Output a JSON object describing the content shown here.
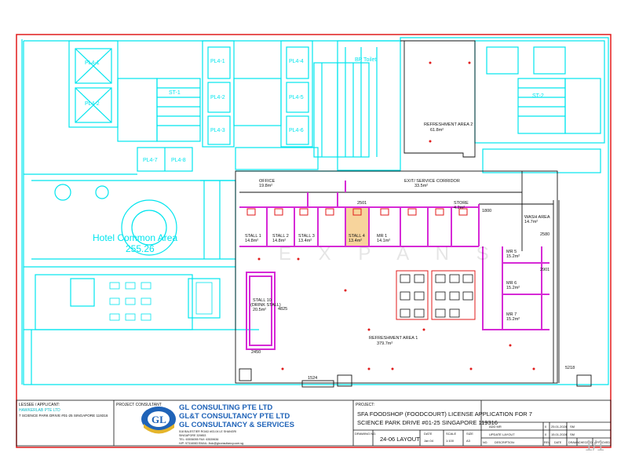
{
  "colors": {
    "cyan": "#00e5ee",
    "magenta": "#d62ad6",
    "red": "#e11b1b",
    "black": "#111111",
    "highlight": "#f7d49c",
    "logo_blue": "#1f63b8",
    "logo_yellow": "#e5b52b"
  },
  "plan_labels": {
    "lift_1": "PL4-1",
    "lift_2": "PL4-2",
    "lift_3": "PL4-3",
    "lift_4": "PL4-4",
    "lift_5": "PL4-5",
    "lift_6": "PL4-6",
    "lift_7": "PL4-7",
    "lift_8": "PL4-8",
    "lift_9": "PL4-1",
    "lift_10": "PL4-2",
    "bp_toilet": "BP Toilet",
    "refreshment_2": "REFRESHMENT AREA 2",
    "refreshment_2_area": "61.8m²",
    "st2": "ST-2",
    "st1": "ST-1",
    "office": "OFFICE",
    "office_area": "19.8m²",
    "exit_corridor": "EXIT/ SERVICE CORRIDOR",
    "exit_corridor_area": "33.5m²",
    "store": "STORE",
    "store_area": "4.2m²",
    "wash_area": "WASH AREA",
    "wash_area_area": "14.7m²",
    "stall_1": "STALL 1",
    "stall_1_area": "14.8m²",
    "stall_2": "STALL 2",
    "stall_2_area": "14.8m²",
    "stall_3": "STALL 3",
    "stall_3_area": "13.4m²",
    "stall_4": "STALL 4",
    "stall_4_area": "13.4m²",
    "mr_1": "MR 1",
    "mr_1_area": "14.1m²",
    "stall_10": "STALL 10",
    "stall_10_sub": "(DRINK STALL)",
    "stall_10_area": "20.5m²",
    "common_area": "Hotel Common Area",
    "common_area_value": "255.26",
    "refreshment_1": "REFRESHMENT AREA 1",
    "refreshment_1_area": "379.7m²",
    "mr_a": "MR 5",
    "mr_a_area": "15.2m²",
    "mr_b": "MR 6",
    "mr_b_area": "15.2m²",
    "mr_c": "MR 7",
    "mr_c_area": "15.2m²",
    "dim_1": "2450",
    "dim_2": "1524",
    "dim_3": "5218",
    "dim_4": "1800",
    "dim_5": "2580",
    "dim_6": "2501",
    "dim_7": "2901",
    "dim_8": "4825"
  },
  "title_block": {
    "lessee_label": "LESSEE / APPLICANT:",
    "lessee_name": "HAWKERLAB PTE LTD",
    "lessee_address": "7 SCIENCE PARK DRIVE #01-25 SINGAPORE 119316",
    "consultant_label": "PROJECT CONSULTANT",
    "company_1": "GL CONSULTING PTE LTD",
    "company_2": "GL&T CONSULTANCY PTE LTD",
    "company_3": "GL CONSULTANCY & SERVICES",
    "addr_1": "518 BALESTIER ROAD #03-04 LE SHANGRI",
    "addr_2": "SINGAPORE 329853",
    "addr_3": "TEL: 63536055   FAX: 63539636",
    "addr_4": "H/P: 97316083   EMAIL: lhdc@glconsultancy.com.sg",
    "project_label": "PROJECT:",
    "project_line_1": "SFA FOODSHOP (FOODCOURT) LICENSE APPLICATION FOR 7",
    "project_line_2": "SCIENCE PARK DRIVE #01-25 SINGAPORE 119316",
    "drawing_no_label": "DRAWING NO.",
    "drawing_title": "24-06 LAYOUT",
    "date_label": "DATE",
    "date_value": "Jan 04",
    "scale_label": "SCALE",
    "scale_value": "1:100",
    "size_label": "SIZE",
    "size_value": "A3",
    "rev_1_desc": "ADD MR",
    "rev_1_no": "0",
    "rev_1_date": "25.01.2024",
    "rev_1_by": "SM",
    "rev_2_desc": "UPDATE LAYOUT",
    "rev_2_no": "0",
    "rev_2_date": "15.01.2024",
    "rev_2_by": "SM",
    "col_no": "NO.",
    "col_desc": "DESCRIPTION:",
    "col_rev": "REV",
    "col_date": "DATE",
    "col_drawn": "DRAWN",
    "col_checked": "CHECKED",
    "col_approved": "APPROVED"
  },
  "watermark": "E X P A N S",
  "page_number": "1/1"
}
